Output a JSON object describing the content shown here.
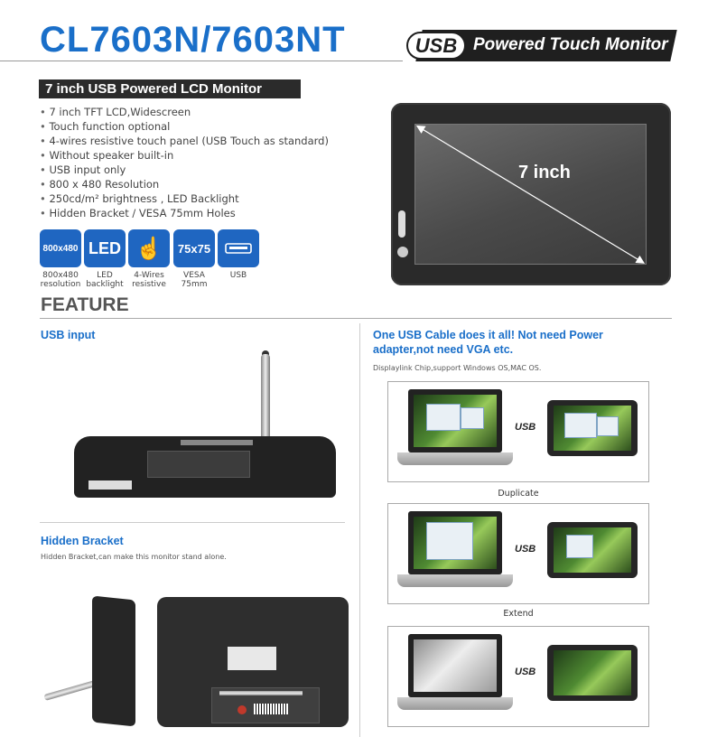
{
  "header": {
    "model": "CL7603N/7603NT",
    "badge": "USB",
    "tagline": "Powered Touch Monitor"
  },
  "intro": {
    "heading": "7 inch USB Powered LCD Monitor",
    "specs": [
      "7 inch TFT LCD,Widescreen",
      "Touch function optional",
      "4-wires resistive touch panel (USB Touch as standard)",
      "Without speaker built-in",
      "USB input only",
      "800 x 480 Resolution",
      "250cd/m² brightness , LED Backlight",
      "Hidden Bracket / VESA 75mm Holes"
    ],
    "screen_label": "7 inch"
  },
  "features_icons": [
    {
      "tile": "800x480",
      "caption": "800x480\nresolution",
      "icon": "resolution-icon"
    },
    {
      "tile": "LED",
      "caption": "LED\nbacklight",
      "icon": "led-icon"
    },
    {
      "tile": "☝",
      "caption": "4-Wires\nresistive",
      "icon": "touch-hand-icon"
    },
    {
      "tile": "75x75",
      "caption": "VESA\n75mm",
      "icon": "vesa-icon"
    },
    {
      "tile": "",
      "caption": "USB",
      "icon": "usb-port-icon"
    }
  ],
  "feature": {
    "heading": "FEATURE",
    "usb_input": {
      "title": "USB input"
    },
    "hidden_bracket": {
      "title": "Hidden Bracket",
      "note": "Hidden Bracket,can make this monitor stand alone."
    },
    "one_cable": {
      "title": "One USB Cable does it all! Not need Power adapter,not need VGA etc.",
      "note": "Displaylink Chip,support Windows OS,MAC OS.",
      "connector_label": "USB",
      "modes": [
        "Duplicate",
        "Extend"
      ]
    }
  },
  "colors": {
    "brand_blue": "#1a6fc9",
    "dark": "#1f1f1f",
    "tile_blue": "#1f66c1"
  }
}
